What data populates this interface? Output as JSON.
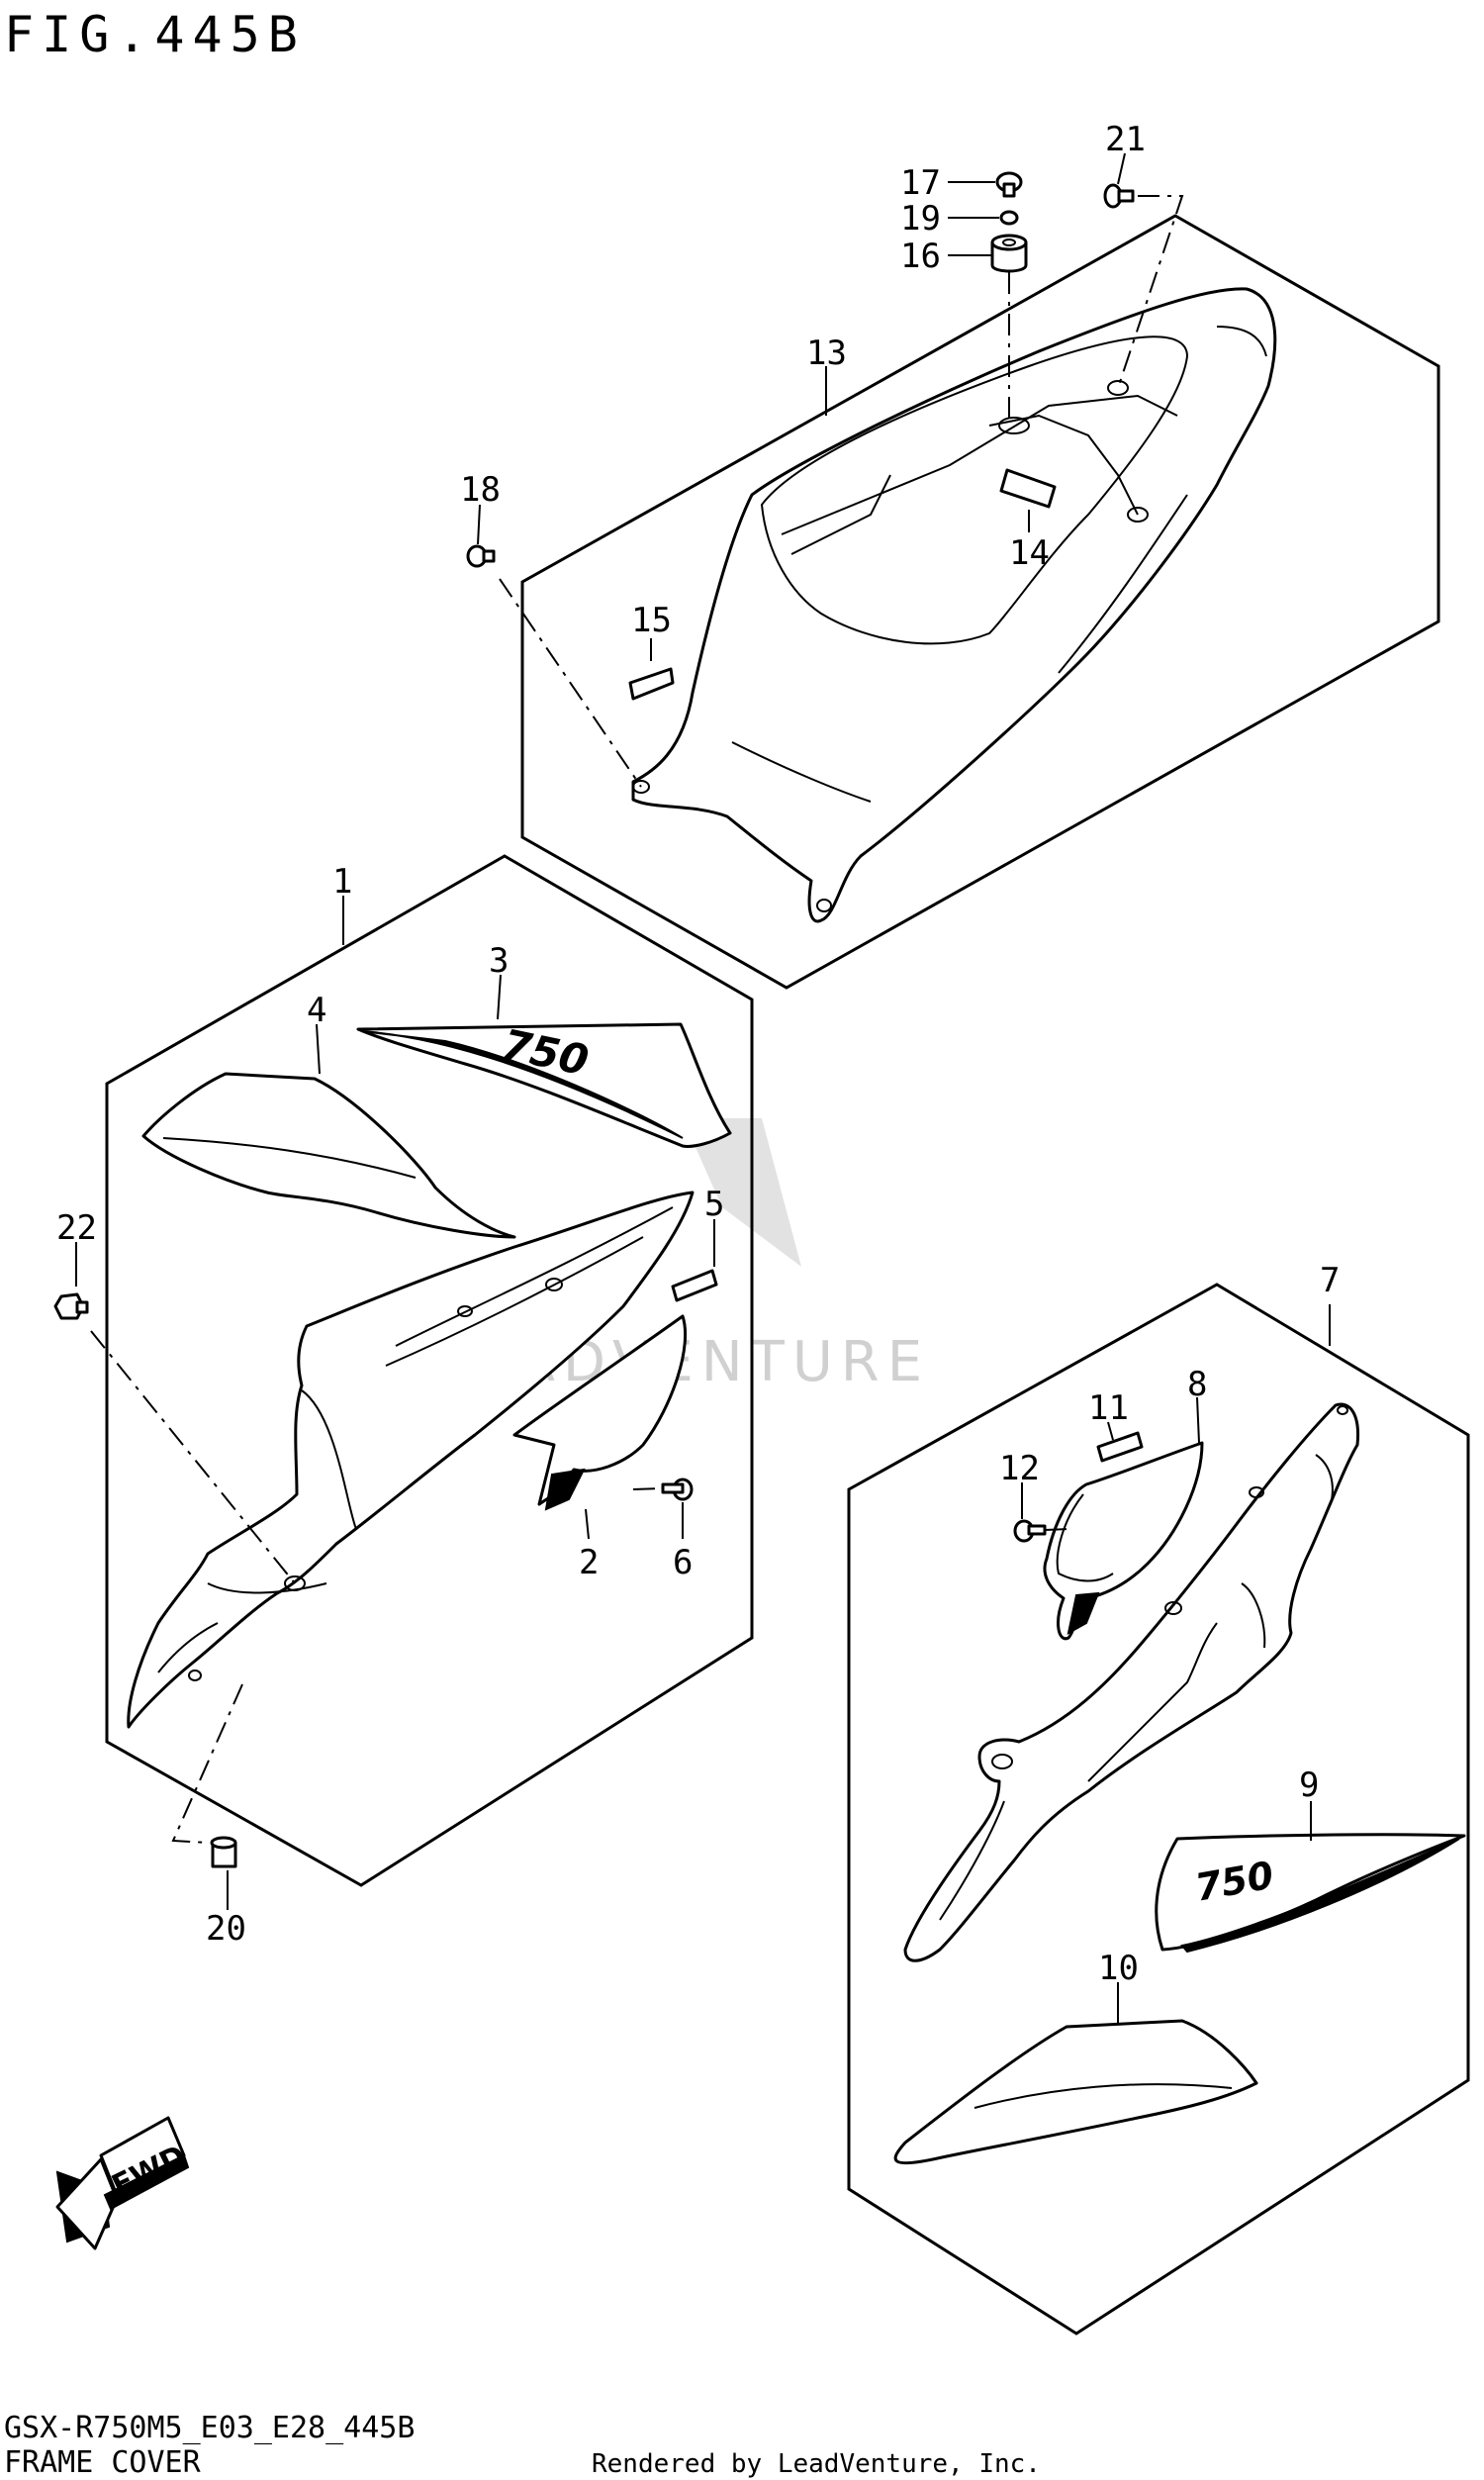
{
  "header": {
    "figure_title": "FIG.445B"
  },
  "footer": {
    "model_code": "GSX-R750M5_E03_E28_445B",
    "section_name": "FRAME COVER",
    "credit": "Rendered by LeadVenture, Inc."
  },
  "watermark": {
    "text": "LEADVENTURE"
  },
  "fwd_badge": {
    "label": "FWD"
  },
  "callouts": {
    "c1": "1",
    "c2": "2",
    "c3": "3",
    "c4": "4",
    "c5": "5",
    "c6": "6",
    "c7": "7",
    "c8": "8",
    "c9": "9",
    "c10": "10",
    "c11": "11",
    "c12": "12",
    "c13": "13",
    "c14": "14",
    "c15": "15",
    "c16": "16",
    "c17": "17",
    "c18": "18",
    "c19": "19",
    "c20": "20",
    "c21": "21",
    "c22": "22"
  },
  "decal_text": {
    "left": "750",
    "right": "750"
  }
}
